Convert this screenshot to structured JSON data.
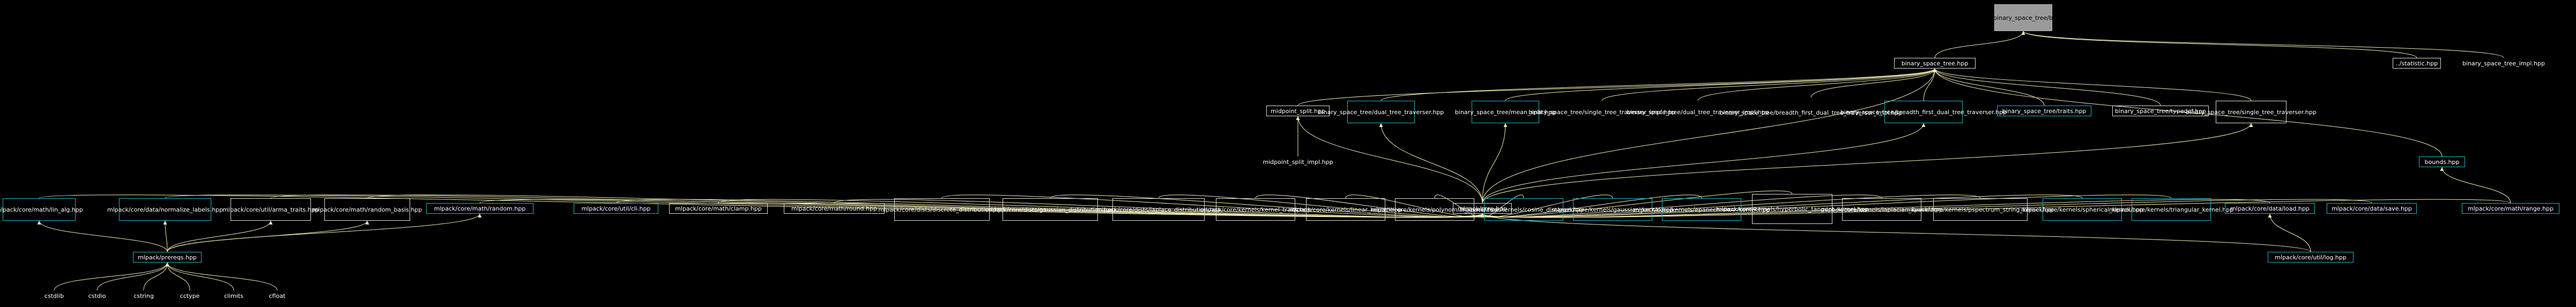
{
  "graph": {
    "nodes": {
      "root": {
        "label": "src/mlpack/core/tree/binary_space_tree/binary_space_tree.hpp"
      },
      "bst": {
        "label": "binary_space_tree.hpp"
      },
      "statistic": {
        "label": "../statistic.hpp"
      },
      "bst_impl": {
        "label": "binary_space_tree_impl.hpp"
      },
      "midpoint_split": {
        "label": "midpoint_split.hpp"
      },
      "midpoint_split_impl": {
        "label": "midpoint_split_impl.hpp"
      },
      "dual_tree_traverser": {
        "label": "binary_space_tree/dual_tree_traverser.hpp"
      },
      "mean_split": {
        "label": "binary_space_tree/mean_split.hpp"
      },
      "single_traverser_impl": {
        "label": "binary_space_tree/single_tree_traverser_impl.hpp"
      },
      "dual_traverser_impl": {
        "label": "binary_space_tree/dual_tree_traverser_impl.hpp"
      },
      "breadth_first_impl": {
        "label": "binary_space_tree/breadth_first_dual_tree_traverser_impl.hpp"
      },
      "breadth_first": {
        "label": "binary_space_tree/breadth_first_dual_tree_traverser.hpp"
      },
      "traits": {
        "label": "binary_space_tree/traits.hpp"
      },
      "typedef": {
        "label": "binary_space_tree/typedef.hpp"
      },
      "single_traverser": {
        "label": "binary_space_tree/single_tree_traverser.hpp"
      },
      "bounds": {
        "label": "bounds.hpp"
      },
      "core": {
        "label": "mlpack/core.hpp"
      },
      "lin_alg": {
        "label": "mlpack/core/math/lin_alg.hpp"
      },
      "normalize_labels": {
        "label": "mlpack/core/data/normalize_labels.hpp"
      },
      "arma_traits": {
        "label": "mlpack/core/util/arma_traits.hpp"
      },
      "random_basis": {
        "label": "mlpack/core/math/random_basis.hpp"
      },
      "math_random": {
        "label": "mlpack/core/math/random.hpp"
      },
      "cli": {
        "label": "mlpack/core/util/cli.hpp"
      },
      "clamp": {
        "label": "mlpack/core/math/clamp.hpp"
      },
      "round": {
        "label": "mlpack/core/math/round.hpp"
      },
      "discrete_dist": {
        "label": "mlpack/core/dists/discrete_distribution.hpp"
      },
      "gaussian_dist": {
        "label": "mlpack/core/dists/gaussian_distribution.hpp"
      },
      "laplace_dist": {
        "label": "mlpack/core/dists/laplace_distribution.hpp"
      },
      "kernel_traits": {
        "label": "mlpack/core/kernels/kernel_traits.hpp"
      },
      "linear_kernel": {
        "label": "mlpack/core/kernels/linear_kernel.hpp"
      },
      "polynomial_kernel": {
        "label": "mlpack/core/kernels/polynomial_kernel.hpp"
      },
      "cosine_distance": {
        "label": "mlpack/core/kernels/cosine_distance.hpp"
      },
      "gaussian_kernel": {
        "label": "mlpack/core/kernels/gaussian_kernel.hpp"
      },
      "epanechnikov_kernel": {
        "label": "mlpack/core/kernels/epanechnikov_kernel.hpp"
      },
      "hyperbolic_tangent": {
        "label": "mlpack/core/kernels/hyperbolic_tangent_kernel.hpp"
      },
      "laplacian_kernel": {
        "label": "mlpack/core/kernels/laplacian_kernel.hpp"
      },
      "pspectrum_string": {
        "label": "mlpack/core/kernels/pspectrum_string_kernel.hpp"
      },
      "spherical_kernel": {
        "label": "mlpack/core/kernels/spherical_kernel.hpp"
      },
      "triangular_kernel": {
        "label": "mlpack/core/kernels/triangular_kernel.hpp"
      },
      "data_load": {
        "label": "mlpack/core/data/load.hpp"
      },
      "data_save": {
        "label": "mlpack/core/data/save.hpp"
      },
      "math_range": {
        "label": "mlpack/core/math/range.hpp"
      },
      "prereqs": {
        "label": "mlpack/prereqs.hpp"
      },
      "util_log": {
        "label": "mlpack/core/util/log.hpp"
      },
      "cstdlib": {
        "label": "cstdlib"
      },
      "cstdio": {
        "label": "cstdio"
      },
      "cstring": {
        "label": "cstring"
      },
      "cctype": {
        "label": "cctype"
      },
      "climits": {
        "label": "climits"
      },
      "cfloat": {
        "label": "cfloat"
      }
    }
  },
  "colors": {
    "edge": "#f0ebb0",
    "node_border": "#dcdcdc",
    "external_border": "#1cb5c8",
    "root_fill": "#9a9a9a"
  }
}
